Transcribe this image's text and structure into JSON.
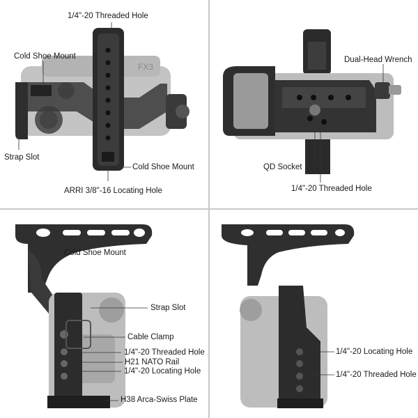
{
  "panels": {
    "top_left": {
      "labels": {
        "threaded_hole": "1/4\"-20 Threaded Hole",
        "cold_shoe_top": "Cold Shoe Mount",
        "strap_slot": "Strap Slot",
        "cold_shoe_bottom": "Cold Shoe Mount",
        "arri_hole": "ARRI 3/8\"-16 Locating Hole"
      }
    },
    "top_right": {
      "labels": {
        "wrench": "Dual-Head Wrench",
        "qd_socket": "QD Socket",
        "threaded_hole": "1/4\"-20 Threaded Hole"
      }
    },
    "bottom_left": {
      "labels": {
        "cold_shoe": "Cold Shoe Mount",
        "strap_slot": "Strap Slot",
        "cable_clamp": "Cable Clamp",
        "threaded_hole": "1/4\"-20 Threaded Hole",
        "nato_rail": "H21 NATO Rail",
        "locating_hole": "1/4\"-20 Locating Hole",
        "arca_plate": "H38 Arca-Swiss Plate"
      }
    },
    "bottom_right": {
      "labels": {
        "locating_hole": "1/4\"-20 Locating Hole",
        "threaded_hole": "1/4\"-20 Threaded Hole"
      }
    }
  },
  "colors": {
    "cage": "#2b2b2b",
    "camera": "#b7b7b7",
    "divider": "#c9c9c9"
  }
}
